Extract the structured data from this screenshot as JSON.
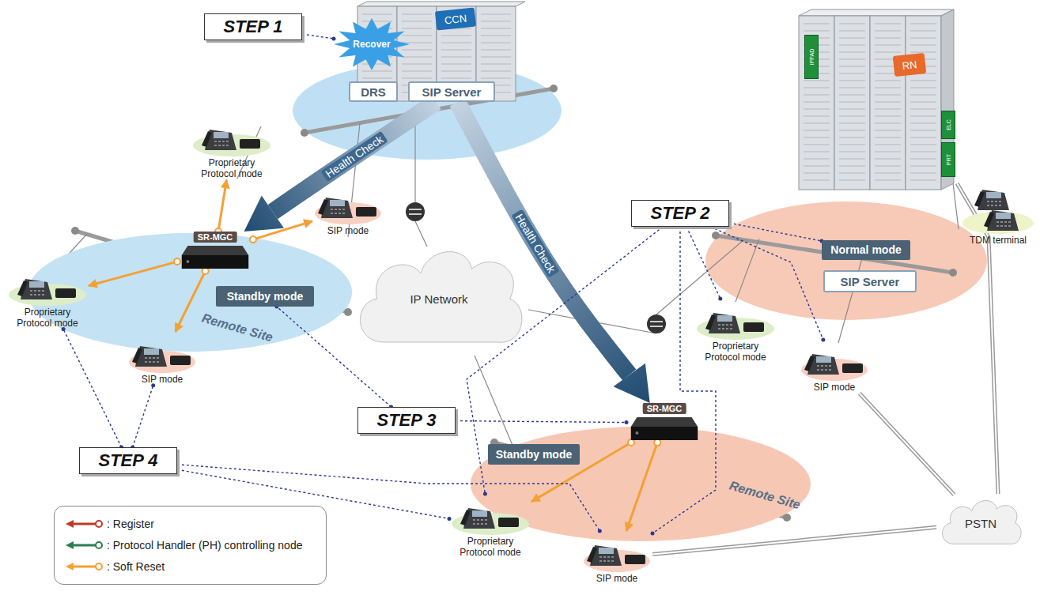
{
  "diagram": {
    "nodes": [
      {
        "text": [
          "STEP 1"
        ]
      },
      {
        "text": [
          "CCN"
        ]
      },
      {
        "text": [
          "Recover"
        ]
      },
      {
        "text": [
          "DRS"
        ]
      },
      {
        "text": [
          "SIP Server"
        ]
      },
      {
        "text": [
          "Proprietary Protocol mode"
        ]
      },
      {
        "text": [
          "SIP mode"
        ]
      },
      {
        "text": [
          "Remote Site"
        ]
      },
      {
        "text": [
          "SR-MGC"
        ],
        "in": 7
      },
      {
        "text": [
          "Standby mode"
        ],
        "in": 7
      },
      {
        "text": [
          "Proprietary Protocol mode"
        ]
      },
      {
        "text": [
          "SIP mode"
        ]
      },
      {
        "text": [
          "IP Network"
        ]
      },
      {
        "text": [
          "STEP 2"
        ]
      },
      {
        "text": [
          "RN"
        ]
      },
      {
        "text": [
          "IPPAD"
        ]
      },
      {
        "text": [
          "ELC"
        ]
      },
      {
        "text": [
          "PRT"
        ]
      },
      {
        "text": [
          "Normal mode"
        ]
      },
      {
        "text": [
          "SIP Server"
        ]
      },
      {
        "text": [
          "TDM terminal"
        ]
      },
      {
        "text": [
          "Proprietary Protocol mode"
        ]
      },
      {
        "text": [
          "SIP mode"
        ]
      },
      {
        "text": [
          "STEP 3"
        ]
      },
      {
        "text": [
          "Remote Site"
        ]
      },
      {
        "text": [
          "SR-MGC"
        ],
        "in": 24
      },
      {
        "text": [
          "Standby mode"
        ],
        "in": 24
      },
      {
        "text": [
          "Proprietary Protocol mode"
        ]
      },
      {
        "text": [
          "SIP mode"
        ]
      },
      {
        "text": [
          "STEP 4"
        ]
      },
      {
        "text": [
          "PSTN"
        ]
      }
    ],
    "edges": [
      {
        "from": 4,
        "to": 8,
        "arrow": "to",
        "label": "Health Check"
      },
      {
        "from": 4,
        "to": 25,
        "arrow": "to",
        "label": "Health Check"
      },
      {
        "from": 8,
        "to": 5,
        "arrow": "to"
      },
      {
        "from": 8,
        "to": 6,
        "arrow": "to"
      },
      {
        "from": 8,
        "to": 10,
        "arrow": "to"
      },
      {
        "from": 8,
        "to": 11,
        "arrow": "to"
      },
      {
        "from": 25,
        "to": 27,
        "arrow": "to"
      },
      {
        "from": 25,
        "to": 28,
        "arrow": "to"
      },
      {
        "from": 0,
        "to": 2,
        "arrow": "none"
      },
      {
        "from": 13,
        "to": 18,
        "arrow": "none"
      },
      {
        "from": 13,
        "to": 21,
        "arrow": "none"
      },
      {
        "from": 13,
        "to": 22,
        "arrow": "none"
      },
      {
        "from": 13,
        "to": 27,
        "arrow": "none"
      },
      {
        "from": 13,
        "to": 28,
        "arrow": "none"
      },
      {
        "from": 23,
        "to": 9,
        "arrow": "none"
      },
      {
        "from": 23,
        "to": 25,
        "arrow": "none"
      },
      {
        "from": 29,
        "to": 10,
        "arrow": "none"
      },
      {
        "from": 29,
        "to": 11,
        "arrow": "none"
      },
      {
        "from": 29,
        "to": 27,
        "arrow": "none"
      },
      {
        "from": 29,
        "to": 28,
        "arrow": "none"
      },
      {
        "from": 22,
        "to": 30,
        "arrow": "none"
      },
      {
        "from": 28,
        "to": 30,
        "arrow": "none"
      }
    ],
    "legend": [
      {
        "text": ": Register",
        "color": "#c0392b"
      },
      {
        "text": ": Protocol Handler (PH) controlling node",
        "color": "#2e7d4f"
      },
      {
        "text": ": Soft Reset",
        "color": "#f5a033"
      }
    ]
  }
}
